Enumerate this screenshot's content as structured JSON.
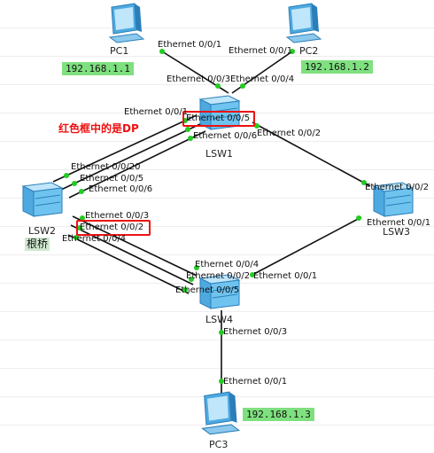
{
  "nodes": {
    "pc1": "PC1",
    "pc2": "PC2",
    "pc3": "PC3",
    "lsw1": "LSW1",
    "lsw2": "LSW2",
    "lsw3": "LSW3",
    "lsw4": "LSW4"
  },
  "ips": {
    "pc1": "192.168.1.1",
    "pc2": "192.168.1.2",
    "pc3": "192.168.1.3"
  },
  "annotations": {
    "dp_note": "红色框中的是DP",
    "root_bridge": "根桥"
  },
  "ports": {
    "pc1_e001": "Ethernet 0/0/1",
    "pc2_e001": "Ethernet 0/0/1",
    "lsw1_e003": "Ethernet 0/0/3",
    "lsw1_e004": "Ethernet 0/0/4",
    "lsw1_e001": "Ethernet 0/0/1",
    "lsw1_e005": "Ethernet 0/0/5",
    "lsw1_e006": "Ethernet 0/0/6",
    "lsw1_e002": "Ethernet 0/0/2",
    "lsw2_e0020": "Ethernet 0/0/20",
    "lsw2_e005": "Ethernet 0/0/5",
    "lsw2_e006": "Ethernet 0/0/6",
    "lsw2_e003": "Ethernet 0/0/3",
    "lsw2_e002": "Ethernet 0/0/2",
    "lsw2_e004": "Ethernet 0/0/4",
    "lsw3_e002": "Ethernet 0/0/2",
    "lsw3_e001": "Ethernet 0/0/1",
    "lsw4_e004": "Ethernet 0/0/4",
    "lsw4_e002": "Ethernet 0/0/2",
    "lsw4_e001": "Ethernet 0/0/1",
    "lsw4_e005": "Ethernet 0/0/5",
    "lsw4_e003": "Ethernet 0/0/3",
    "pc3_e001": "Ethernet 0/0/1"
  },
  "colors": {
    "link": "#111111",
    "port_dot": "#22cc22",
    "highlight": "#ee1111",
    "ip_bg": "#7fe07f",
    "device": "#6fc3ef"
  }
}
